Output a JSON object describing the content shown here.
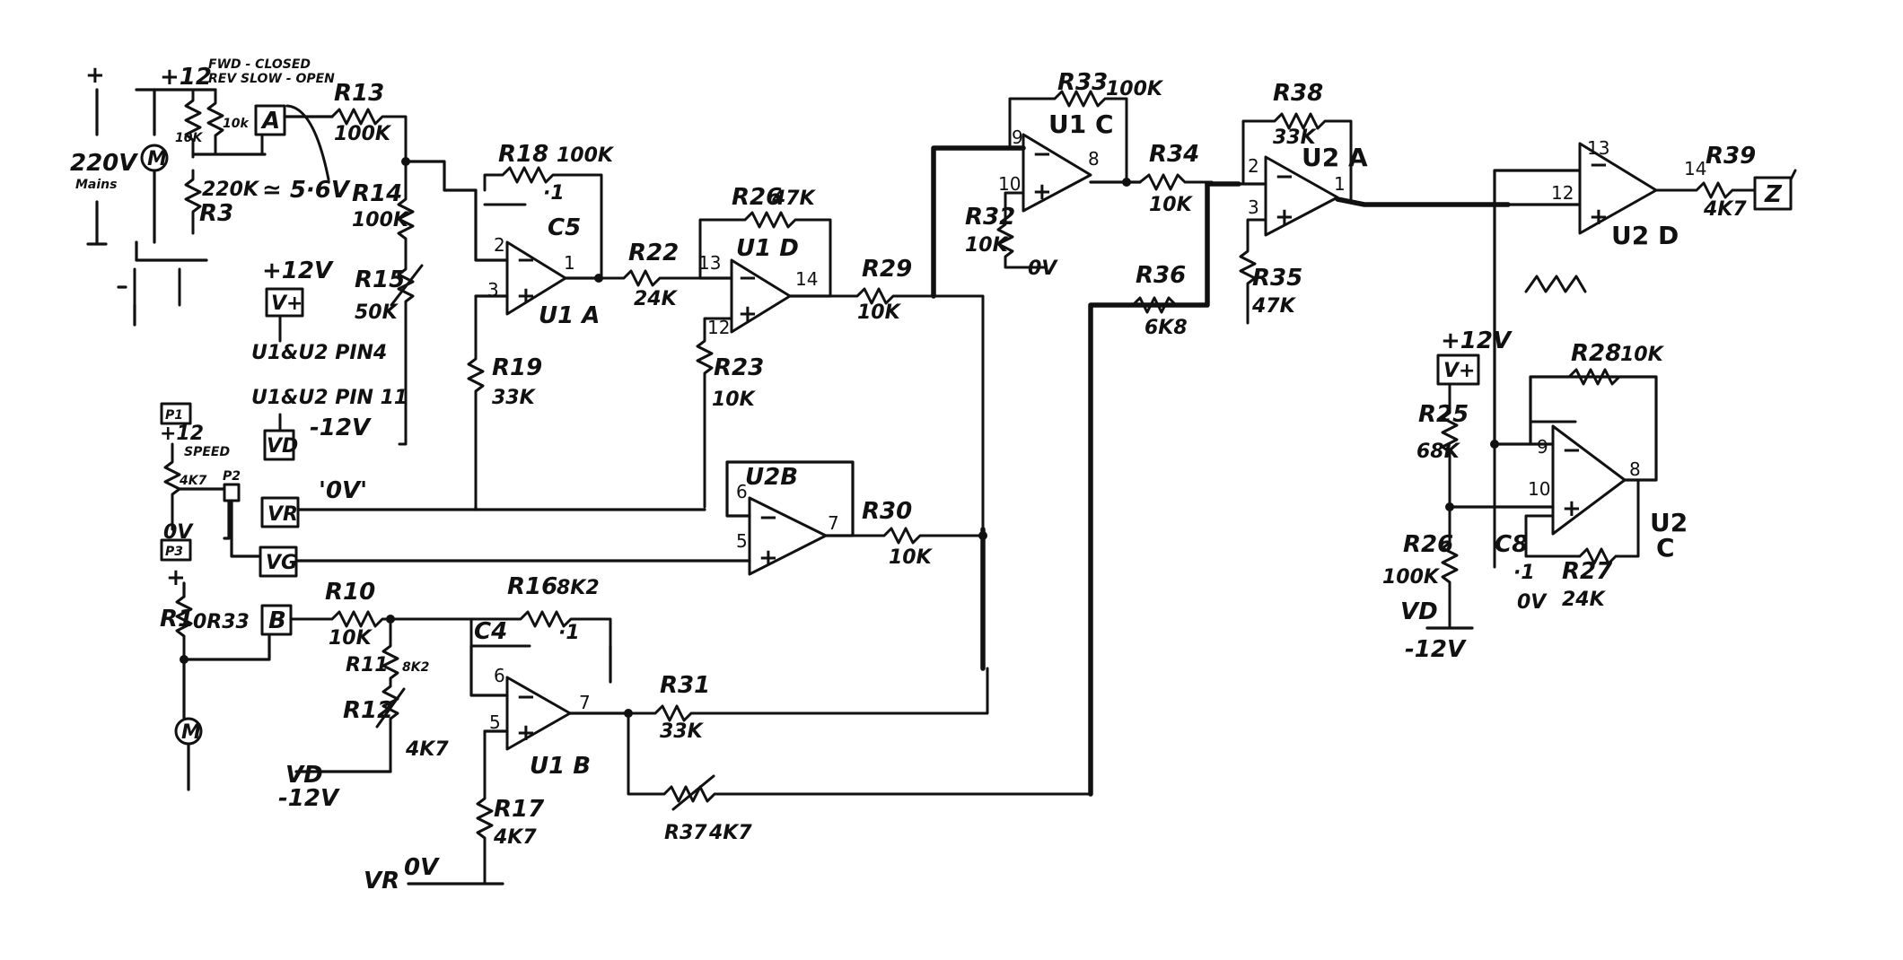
{
  "diagram": {
    "texts": {
      "plus_sign": "+",
      "supply_left": "+12",
      "mode_fwd": "FWD - CLOSED",
      "mode_rev": "REV SLOW - OPEN",
      "mains_v": "220V",
      "mains_lbl": "Mains",
      "motor_m": "M",
      "pot_top_val": "10k",
      "r3_val": "10K",
      "r3_val2": "220K",
      "r3_name": "R3",
      "approx_v": "≃ 5·6V",
      "box_a": "A",
      "box_b": "B",
      "box_vplus": "V+",
      "box_vd": "VD",
      "box_vr": "VR",
      "box_vg": "VG",
      "box_p1": "P1",
      "box_p3": "P3",
      "box_p2": "P2",
      "box_vplus_right": "V+",
      "plus12v_label": "+12V",
      "u1u2_pin4": "U1&U2 PIN4",
      "u1u2_pin11": "U1&U2 PIN 11",
      "minus12v_label": "-12V",
      "zero_v_quoted": "'0V'",
      "speed_plus": "+12",
      "speed_lbl": "SPEED",
      "speed_val": "4K7",
      "speed_0v": "0V",
      "r1_name": "R1",
      "r1_val": "0R33",
      "r13_name": "R13",
      "r13_val": "100K",
      "r14_name": "R14",
      "r14_val": "100K",
      "r15_name": "R15",
      "r15_val": "50K",
      "r18_name": "R18",
      "r18_val": "100K",
      "c5_name": "C5",
      "c5_val": "·1",
      "u1a_name": "U1 A",
      "r19_name": "R19",
      "r19_val": "33K",
      "r22_name": "R22",
      "r22_val": "24K",
      "r26_name": "R26",
      "r26_val": "47K",
      "u1d_name": "U1 D",
      "r23_name": "R23",
      "r23_val": "10K",
      "r29_name": "R29",
      "r29_val": "10K",
      "u2b_name": "U2B",
      "r30_name": "R30",
      "r30_val": "10K",
      "r10_name": "R10",
      "r10_val": "10K",
      "r16_name": "R16",
      "r16_val": "8K2",
      "c4_name": "C4",
      "c4_val": "·1",
      "r11_name": "R11",
      "r11_val": "8K2",
      "r12_name": "R12",
      "r12_val": "4K7",
      "u1b_name": "U1 B",
      "r31_name": "R31",
      "r31_val": "33K",
      "r37_name": "R37",
      "r37_val": "4K7",
      "r17_name": "R17",
      "r17_val": "4K7",
      "vd_bottom": "VD",
      "minus12v_bottom": "-12V",
      "vr_bottom": "VR",
      "zero_v_bottom": "0V",
      "r33_name": "R33",
      "r33_val": "100K",
      "u1c_name": "U1 C",
      "r32_name": "R32",
      "r32_val": "10K",
      "zero_v_r32": "0V",
      "r34_name": "R34",
      "r34_val": "10K",
      "r36_name": "R36",
      "r36_val": "6K8",
      "r38_name": "R38",
      "r38_val": "33K",
      "u2a_name": "U2 A",
      "r35_name": "R35",
      "r35_val": "47K",
      "r39_name": "R39",
      "r39_val": "4K7",
      "u2d_name": "U2 D",
      "plus12v_right": "+12V",
      "r25_name": "R25",
      "r25_val": "68K",
      "r28_name": "R28",
      "r28_val": "10K",
      "r24_name": "R26",
      "r24_val": "100K",
      "vd_right": "VD",
      "minus12v_right": "-12V",
      "c8_name": "C8",
      "c8_val": "·1",
      "zero_v_c8": "0V",
      "r27_name": "R27",
      "r27_val": "24K",
      "u2c_name": "U2",
      "u2c_letter": "C",
      "pins": {
        "u1a_inv": "2",
        "u1a_non": "3",
        "u1a_out": "1",
        "u1d_inv": "13",
        "u1d_non": "12",
        "u1d_out": "14",
        "u2b_inv": "6",
        "u2b_non": "5",
        "u2b_out": "7",
        "u1b_inv": "6",
        "u1b_non": "5",
        "u1b_out": "7",
        "u1c_inv": "9",
        "u1c_non": "10",
        "u1c_out": "8",
        "u2a_inv": "2",
        "u2a_non": "3",
        "u2a_out": "1",
        "u2d_inv": "13",
        "u2d_non": "12",
        "u2d_out": "14",
        "u2c_inv": "9",
        "u2c_non": "10",
        "u2c_out": "8"
      }
    }
  }
}
